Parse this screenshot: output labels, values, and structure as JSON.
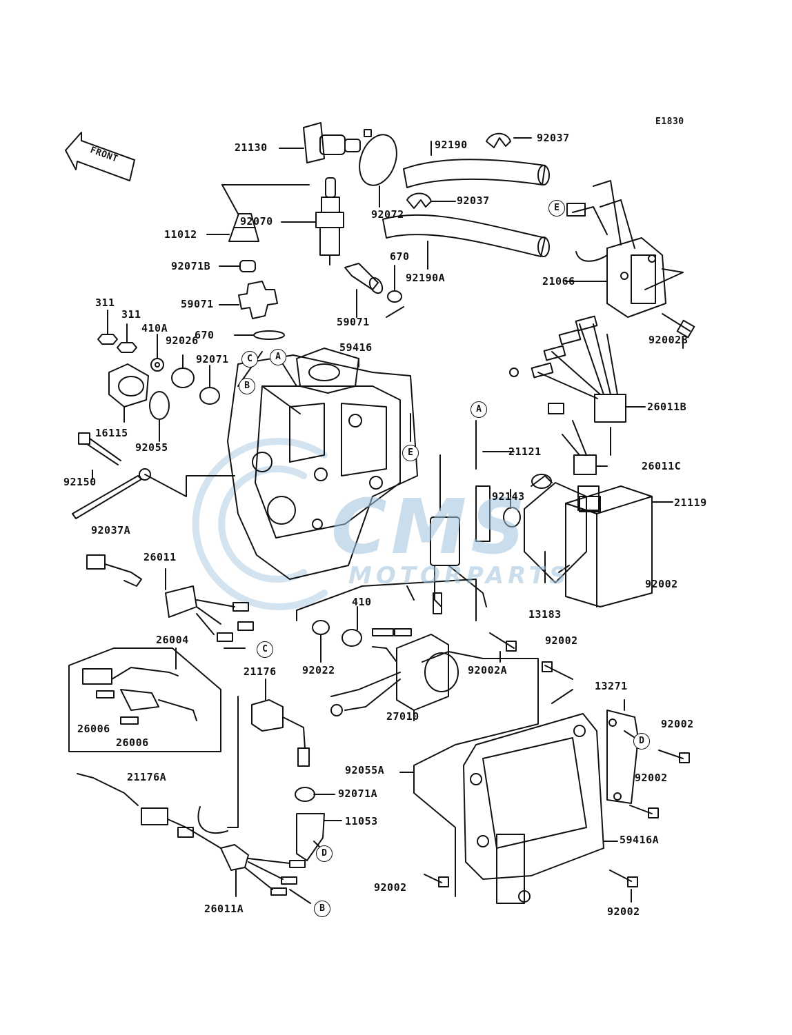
{
  "diagram": {
    "code": "E1830",
    "direction_label": "FRONT",
    "watermark": {
      "brand": "CMS",
      "sub": "MOTORPARTS"
    },
    "labels": [
      {
        "id": "l21130",
        "text": "21130"
      },
      {
        "id": "l92190",
        "text": "92190"
      },
      {
        "id": "l92037a",
        "text": "92037"
      },
      {
        "id": "l92070",
        "text": "92070"
      },
      {
        "id": "l92072",
        "text": "92072"
      },
      {
        "id": "l92037b",
        "text": "92037"
      },
      {
        "id": "l11012",
        "text": "11012"
      },
      {
        "id": "l670a",
        "text": "670"
      },
      {
        "id": "l92190A",
        "text": "92190A"
      },
      {
        "id": "l92071B",
        "text": "92071B"
      },
      {
        "id": "l21066",
        "text": "21066"
      },
      {
        "id": "l311a",
        "text": "311"
      },
      {
        "id": "l311b",
        "text": "311"
      },
      {
        "id": "l59071a",
        "text": "59071"
      },
      {
        "id": "l59071b",
        "text": "59071"
      },
      {
        "id": "l410A",
        "text": "410A"
      },
      {
        "id": "l92026",
        "text": "92026"
      },
      {
        "id": "l670b",
        "text": "670"
      },
      {
        "id": "l59416",
        "text": "59416"
      },
      {
        "id": "l92002B",
        "text": "92002B"
      },
      {
        "id": "l92071",
        "text": "92071"
      },
      {
        "id": "l26011B",
        "text": "26011B"
      },
      {
        "id": "l16115",
        "text": "16115"
      },
      {
        "id": "l92055",
        "text": "92055"
      },
      {
        "id": "l21121",
        "text": "21121"
      },
      {
        "id": "l26011C",
        "text": "26011C"
      },
      {
        "id": "l92150",
        "text": "92150"
      },
      {
        "id": "l92143",
        "text": "92143"
      },
      {
        "id": "l21119",
        "text": "21119"
      },
      {
        "id": "l92037A",
        "text": "92037A"
      },
      {
        "id": "l26011",
        "text": "26011"
      },
      {
        "id": "l92002a",
        "text": "92002"
      },
      {
        "id": "l410",
        "text": "410"
      },
      {
        "id": "l13183",
        "text": "13183"
      },
      {
        "id": "l26004",
        "text": "26004"
      },
      {
        "id": "l92022",
        "text": "92022"
      },
      {
        "id": "l92002A",
        "text": "92002A"
      },
      {
        "id": "l92002b",
        "text": "92002"
      },
      {
        "id": "l21176",
        "text": "21176"
      },
      {
        "id": "l13271",
        "text": "13271"
      },
      {
        "id": "l27010",
        "text": "27010"
      },
      {
        "id": "l26006a",
        "text": "26006"
      },
      {
        "id": "l26006b",
        "text": "26006"
      },
      {
        "id": "l92002c",
        "text": "92002"
      },
      {
        "id": "l92055A",
        "text": "92055A"
      },
      {
        "id": "l21176A",
        "text": "21176A"
      },
      {
        "id": "l92071A",
        "text": "92071A"
      },
      {
        "id": "l92002d",
        "text": "92002"
      },
      {
        "id": "l11053",
        "text": "11053"
      },
      {
        "id": "l59416A",
        "text": "59416A"
      },
      {
        "id": "l92002e",
        "text": "92002"
      },
      {
        "id": "l92002f",
        "text": "92002"
      },
      {
        "id": "l26011A",
        "text": "26011A"
      }
    ],
    "callouts": [
      {
        "id": "cA1",
        "text": "A"
      },
      {
        "id": "cC1",
        "text": "C"
      },
      {
        "id": "cB1",
        "text": "B"
      },
      {
        "id": "cE1",
        "text": "E"
      },
      {
        "id": "cE2",
        "text": "E"
      },
      {
        "id": "cA2",
        "text": "A"
      },
      {
        "id": "cC2",
        "text": "C"
      },
      {
        "id": "cD1",
        "text": "D"
      },
      {
        "id": "cD2",
        "text": "D"
      },
      {
        "id": "cB2",
        "text": "B"
      }
    ]
  }
}
